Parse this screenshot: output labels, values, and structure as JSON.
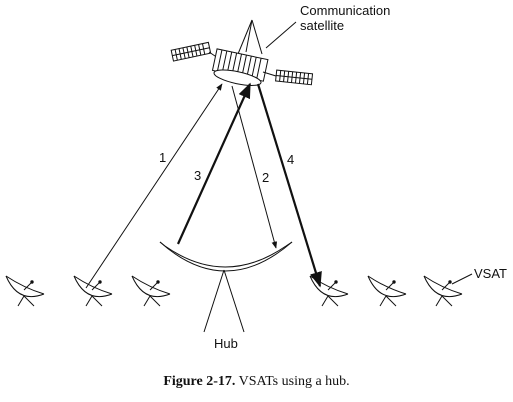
{
  "labels": {
    "satellite_line1": "Communication",
    "satellite_line2": "satellite",
    "hub": "Hub",
    "vsat": "VSAT",
    "path1": "1",
    "path2": "2",
    "path3": "3",
    "path4": "4"
  },
  "caption": {
    "figure_number": "Figure 2-17.",
    "text": "VSATs using a hub."
  },
  "colors": {
    "ink": "#111111",
    "background": "#ffffff"
  }
}
